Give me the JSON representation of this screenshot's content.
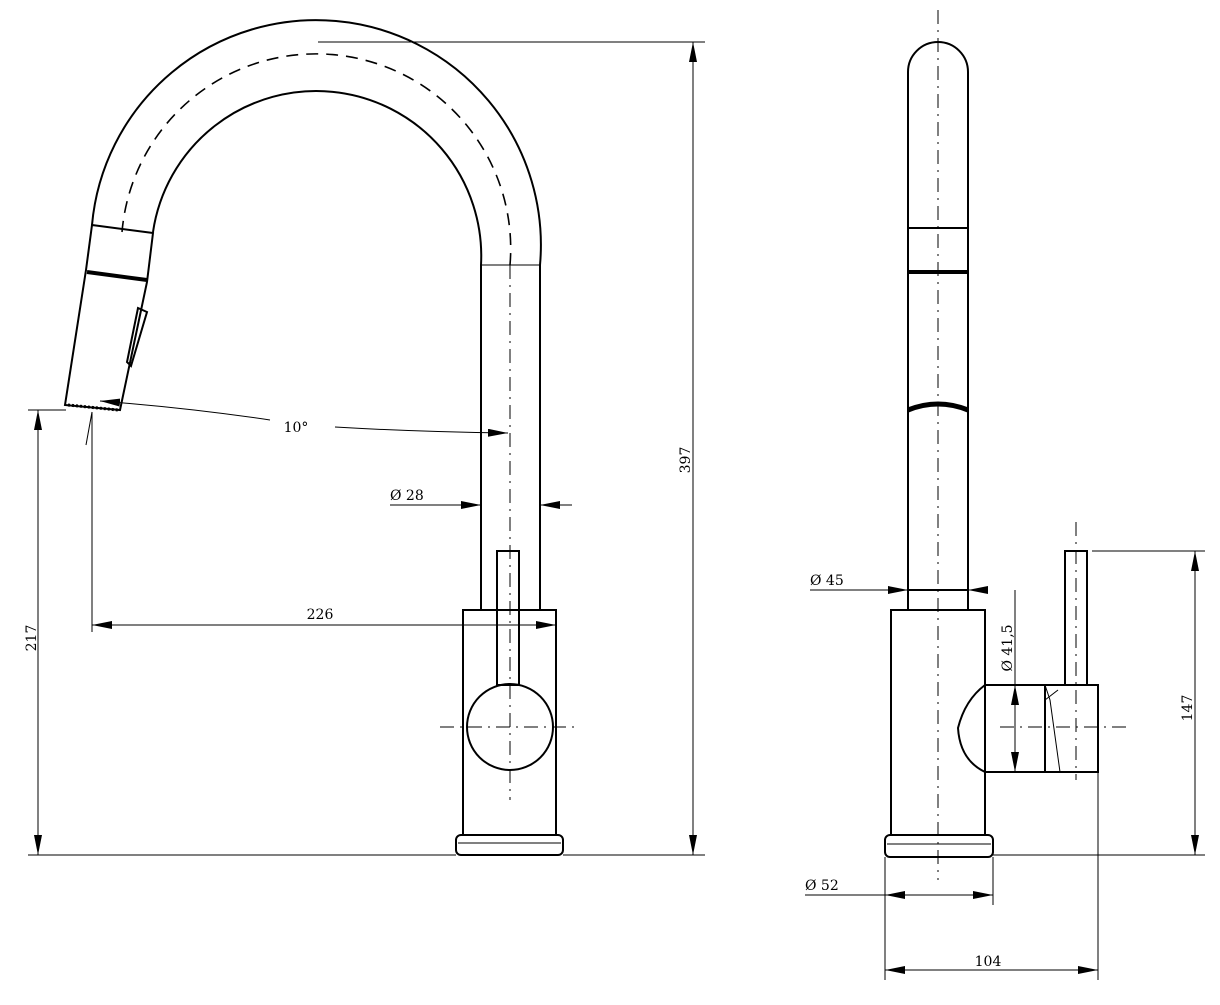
{
  "drawing": {
    "front_view": {
      "angle_label": "10°",
      "spout_diameter_label": "Ø 28",
      "reach_label": "226",
      "spout_height_label": "217",
      "total_height_label": "397"
    },
    "side_view": {
      "collar_diameter_label": "Ø 45",
      "body_diameter_label": "Ø 41,5",
      "lever_height_label": "147",
      "base_diameter_label": "Ø 52",
      "depth_label": "104"
    },
    "line_color": "#000000",
    "background": "#ffffff"
  }
}
